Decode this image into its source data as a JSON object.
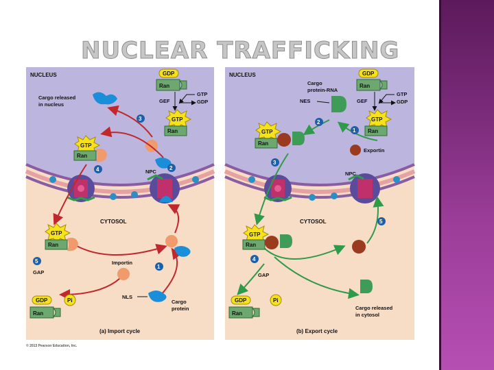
{
  "slide_title": "NUCLEAR TRAFFICKING",
  "copyright": "© 2013 Pearson Education, Inc.",
  "import": {
    "nucleus": "NUCLEUS",
    "cytosol": "CYTOSOL",
    "caption": "(a) Import cycle",
    "gdp": "GDP",
    "gtp": "GTP",
    "ran": "Ran",
    "gef": "GEF",
    "gap": "GAP",
    "pi": "Pi",
    "npc": "NPC",
    "importin": "Importin",
    "nls": "NLS",
    "cargo_released_1": "Cargo released",
    "cargo_released_2": "in nucleus",
    "cargo_protein_1": "Cargo",
    "cargo_protein_2": "protein",
    "steps": [
      "1",
      "2",
      "3",
      "4",
      "5"
    ]
  },
  "export": {
    "nucleus": "NUCLEUS",
    "cytosol": "CYTOSOL",
    "caption": "(b) Export cycle",
    "gdp": "GDP",
    "gtp": "GTP",
    "ran": "Ran",
    "gef": "GEF",
    "gap": "GAP",
    "pi": "Pi",
    "npc": "NPC",
    "nes": "NES",
    "exportin": "Exportin",
    "cargo_rna_1": "Cargo",
    "cargo_rna_2": "protein-RNA",
    "cargo_released_1": "Cargo released",
    "cargo_released_2": "in cytosol",
    "steps": [
      "1",
      "2",
      "3",
      "4",
      "5"
    ]
  }
}
